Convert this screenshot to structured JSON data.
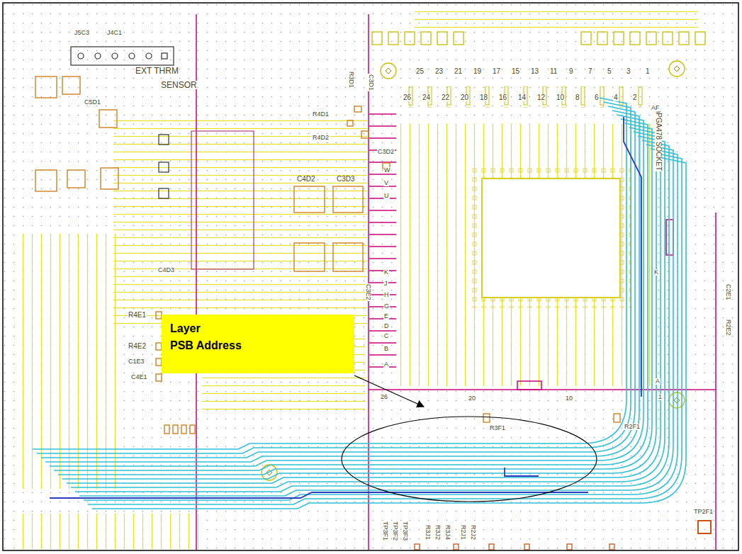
{
  "diagram": {
    "nodes": [
      {
        "text": [
          "Layer",
          "PSB Address"
        ]
      }
    ],
    "labels": [
      "J5C3",
      "J4C1",
      "EXT THRM",
      "SENSOR",
      "C5D1",
      "R4D1",
      "R4D2",
      "R3D1",
      "C3D1",
      "C3D2",
      "C4D2",
      "C3D3",
      "C4D3",
      "R4E1",
      "R4E2",
      "C1E3",
      "C4E1",
      "C3E2",
      "mPGA478 SOCKET",
      "R3F1",
      "R2F1",
      "TP2F1",
      "TP3F1",
      "TP3F2",
      "TP3F3",
      "R3J1",
      "R3J2",
      "R3J4",
      "R2J1",
      "R2J2",
      "C2E1",
      "R2E2",
      "26",
      "24",
      "22",
      "20",
      "18",
      "16",
      "14",
      "12",
      "10",
      "8",
      "6",
      "4",
      "2",
      "25",
      "23",
      "21",
      "19",
      "17",
      "15",
      "13",
      "11",
      "9",
      "7",
      "5",
      "3",
      "1",
      "W",
      "V",
      "U",
      "K",
      "J",
      "H",
      "G",
      "E",
      "D",
      "C",
      "B",
      "A",
      "AF",
      "K",
      "A",
      "26",
      "20",
      "10",
      "1"
    ]
  }
}
